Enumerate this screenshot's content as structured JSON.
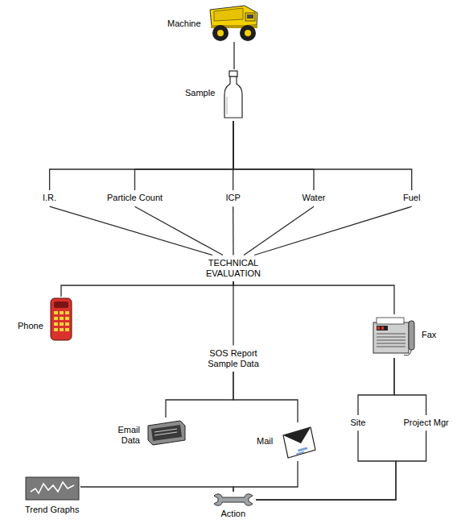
{
  "diagram": {
    "nodes": [
      {
        "text": [
          "Machine"
        ]
      },
      {
        "text": [
          "Sample"
        ]
      },
      {
        "text": [
          "I.R."
        ]
      },
      {
        "text": [
          "Particle Count"
        ]
      },
      {
        "text": [
          "ICP"
        ]
      },
      {
        "text": [
          "Water"
        ]
      },
      {
        "text": [
          "Fuel"
        ]
      },
      {
        "text": [
          "TECHNICAL EVALUATION"
        ]
      },
      {
        "text": [
          "Phone"
        ]
      },
      {
        "text": [
          "SOS Report Sample Data"
        ]
      },
      {
        "text": [
          "Fax"
        ]
      },
      {
        "text": [
          "Email Data"
        ]
      },
      {
        "text": [
          "Mail"
        ]
      },
      {
        "text": [
          "Site"
        ]
      },
      {
        "text": [
          "Project Mgr"
        ]
      },
      {
        "text": [
          "Trend Graphs"
        ]
      },
      {
        "text": [
          "Action"
        ]
      }
    ],
    "edges": [
      {
        "from": 0,
        "to": 1,
        "arrow": "none"
      },
      {
        "from": 1,
        "to": 2,
        "arrow": "none"
      },
      {
        "from": 1,
        "to": 3,
        "arrow": "none"
      },
      {
        "from": 1,
        "to": 4,
        "arrow": "none"
      },
      {
        "from": 1,
        "to": 5,
        "arrow": "none"
      },
      {
        "from": 1,
        "to": 6,
        "arrow": "none"
      },
      {
        "from": 2,
        "to": 7,
        "arrow": "none"
      },
      {
        "from": 3,
        "to": 7,
        "arrow": "none"
      },
      {
        "from": 4,
        "to": 7,
        "arrow": "none"
      },
      {
        "from": 5,
        "to": 7,
        "arrow": "none"
      },
      {
        "from": 6,
        "to": 7,
        "arrow": "none"
      },
      {
        "from": 7,
        "to": 8,
        "arrow": "none"
      },
      {
        "from": 7,
        "to": 9,
        "arrow": "none"
      },
      {
        "from": 7,
        "to": 10,
        "arrow": "none"
      },
      {
        "from": 9,
        "to": 11,
        "arrow": "none"
      },
      {
        "from": 9,
        "to": 12,
        "arrow": "none"
      },
      {
        "from": 10,
        "to": 13,
        "arrow": "none"
      },
      {
        "from": 10,
        "to": 14,
        "arrow": "none"
      },
      {
        "from": 12,
        "to": 16,
        "arrow": "none"
      },
      {
        "from": 15,
        "to": 16,
        "arrow": "none"
      },
      {
        "from": 13,
        "to": 16,
        "arrow": "none"
      },
      {
        "from": 14,
        "to": 16,
        "arrow": "none"
      }
    ]
  }
}
